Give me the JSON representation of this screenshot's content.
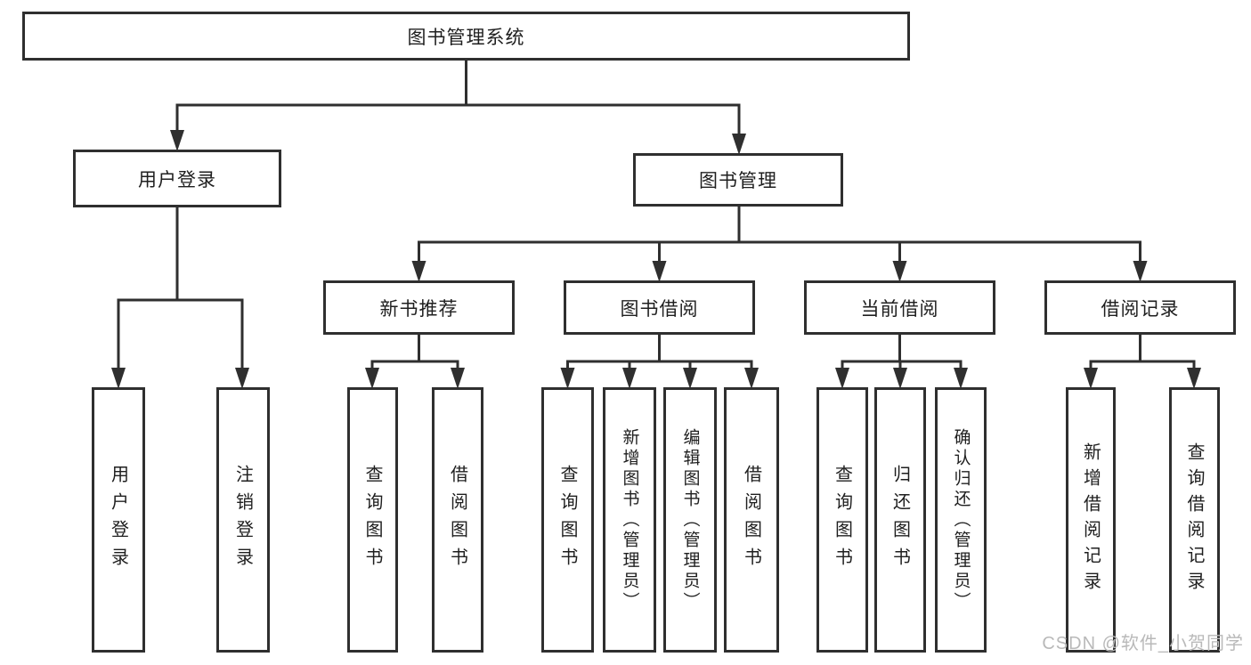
{
  "tree": {
    "root": "图书管理系统",
    "branches": [
      {
        "label": "用户登录",
        "children": [
          "用户登录",
          "注销登录"
        ]
      },
      {
        "label": "图书管理",
        "groups": [
          {
            "label": "新书推荐",
            "children": [
              "查询图书",
              "借阅图书"
            ]
          },
          {
            "label": "图书借阅",
            "children": [
              "查询图书",
              "新增图书（管理员）",
              "编辑图书（管理员）",
              "借阅图书"
            ]
          },
          {
            "label": "当前借阅",
            "children": [
              "查询图书",
              "归还图书",
              "确认归还（管理员）"
            ]
          },
          {
            "label": "借阅记录",
            "children": [
              "新增借阅记录",
              "查询借阅记录"
            ]
          }
        ]
      }
    ]
  },
  "watermark": {
    "text": "CSDN @软件_小贺同学"
  },
  "colors": {
    "line": "#2f2f2f",
    "text": "#1f1f1f",
    "watermark": "#b9b9b9",
    "background": "#ffffff"
  }
}
